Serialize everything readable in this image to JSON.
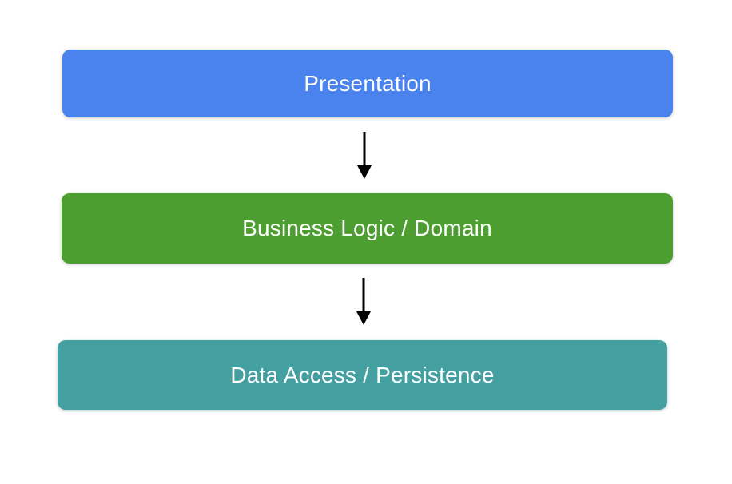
{
  "diagram": {
    "background": "#ffffff",
    "arrow_color": "#000000",
    "text_color": "#ffffff",
    "layers": [
      {
        "label": "Presentation",
        "color": "#4A82EE"
      },
      {
        "label": "Business Logic / Domain",
        "color": "#4D9E30"
      },
      {
        "label": "Data Access / Persistence",
        "color": "#44A0A0"
      }
    ]
  }
}
